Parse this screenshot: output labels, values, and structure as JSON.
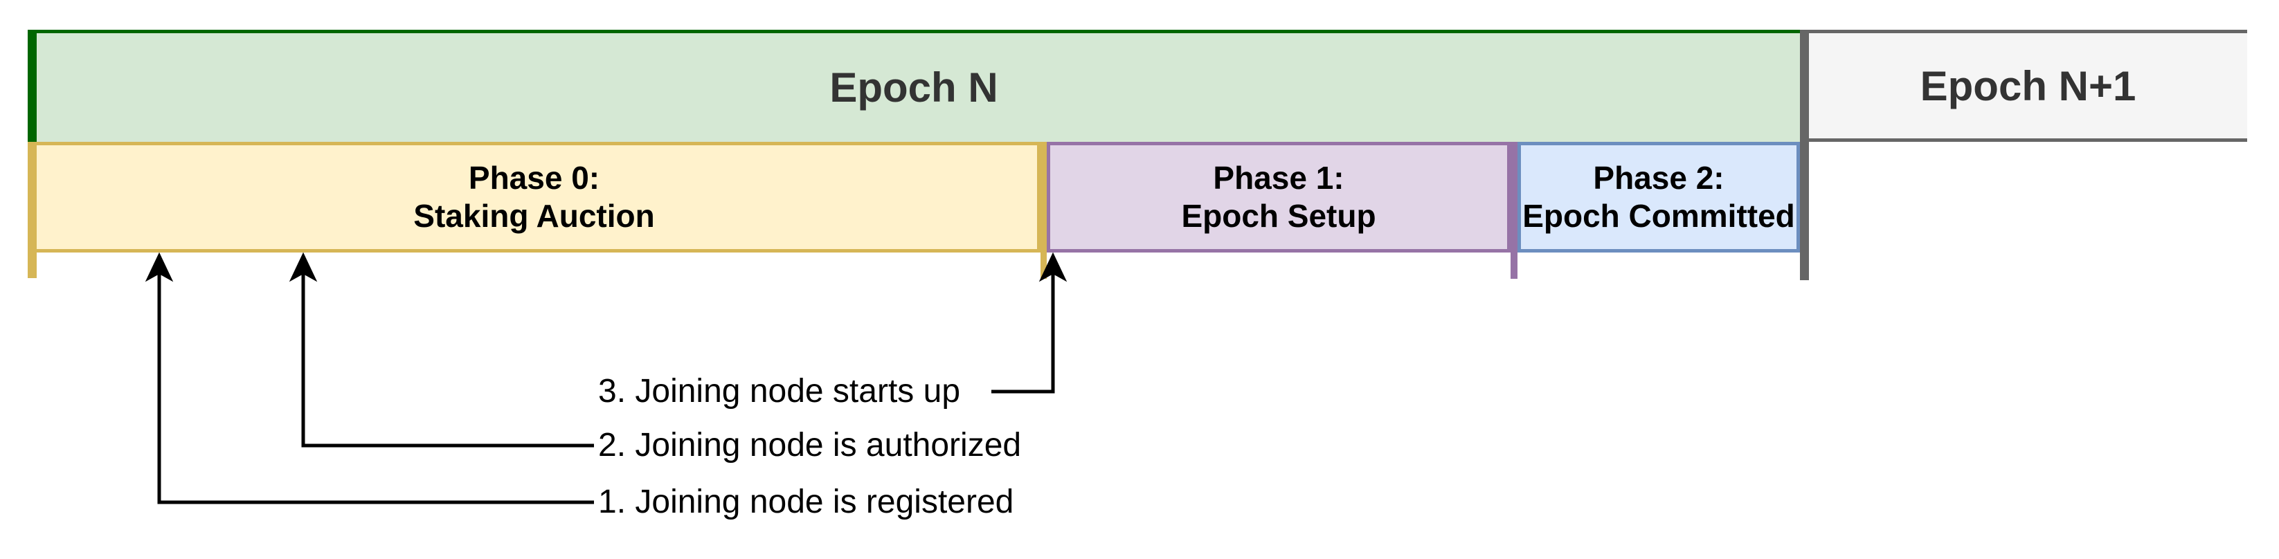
{
  "diagram": {
    "background": "#ffffff",
    "arrow_color": "#000000",
    "epoch_divider_color": "#666666",
    "epochs": [
      {
        "label": "Epoch N",
        "fill": "#d5e8d4",
        "border": "#006600",
        "text_color": "#333333"
      },
      {
        "label": "Epoch N+1",
        "fill": "#f5f5f5",
        "border": "#666666",
        "text_color": "#333333"
      }
    ],
    "phases": [
      {
        "title": "Phase 0:",
        "subtitle": "Staking Auction",
        "fill": "#fff2cc",
        "border": "#d6b656"
      },
      {
        "title": "Phase 1:",
        "subtitle": "Epoch Setup",
        "fill": "#e1d5e7",
        "border": "#9673a6"
      },
      {
        "title": "Phase 2:",
        "subtitle": "Epoch Committed",
        "fill": "#dae8fc",
        "border": "#6c8ebf"
      }
    ],
    "annotations": [
      {
        "label": "1. Joining node is registered"
      },
      {
        "label": "2. Joining node is authorized"
      },
      {
        "label": "3. Joining node starts up"
      }
    ]
  }
}
